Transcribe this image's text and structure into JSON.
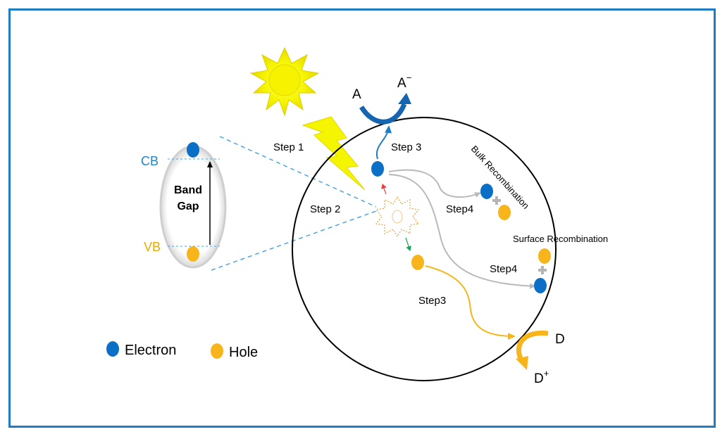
{
  "colors": {
    "frame": "#1e7bc4",
    "electron": "#0b6fc6",
    "hole": "#f7b51b",
    "sun": "#f5f500",
    "bolt": "#f2f200",
    "cb_label": "#1b86c8",
    "vb_label": "#f0a800",
    "gray_arrow": "#b9b9b9",
    "green_arrow": "#13a85a",
    "red_arrow": "#e84040",
    "dashed": "#4aa6dc"
  },
  "icons": {
    "sun": "sun-icon",
    "bolt": "lightning-bolt-icon",
    "exciton": "exciton-burst-icon",
    "plus": "plus-icon"
  },
  "band": {
    "cb": "CB",
    "vb": "VB",
    "gap_line1": "Band",
    "gap_line2": "Gap"
  },
  "steps": {
    "step1": "Step 1",
    "step2": "Step 2",
    "step3_e": "Step 3",
    "step3_h": "Step3",
    "step4_bulk": "Step4",
    "step4_surface": "Step4"
  },
  "labels": {
    "bulk_recombination": "Bulk Recombination",
    "surface_recombination": "Surface Recombination"
  },
  "reaction": {
    "acceptor": "A",
    "acceptor_reduced": "A",
    "acceptor_charge": "−",
    "donor": "D",
    "donor_oxidized": "D",
    "donor_charge": "+"
  },
  "legend": {
    "electron": "Electron",
    "hole": "Hole"
  }
}
